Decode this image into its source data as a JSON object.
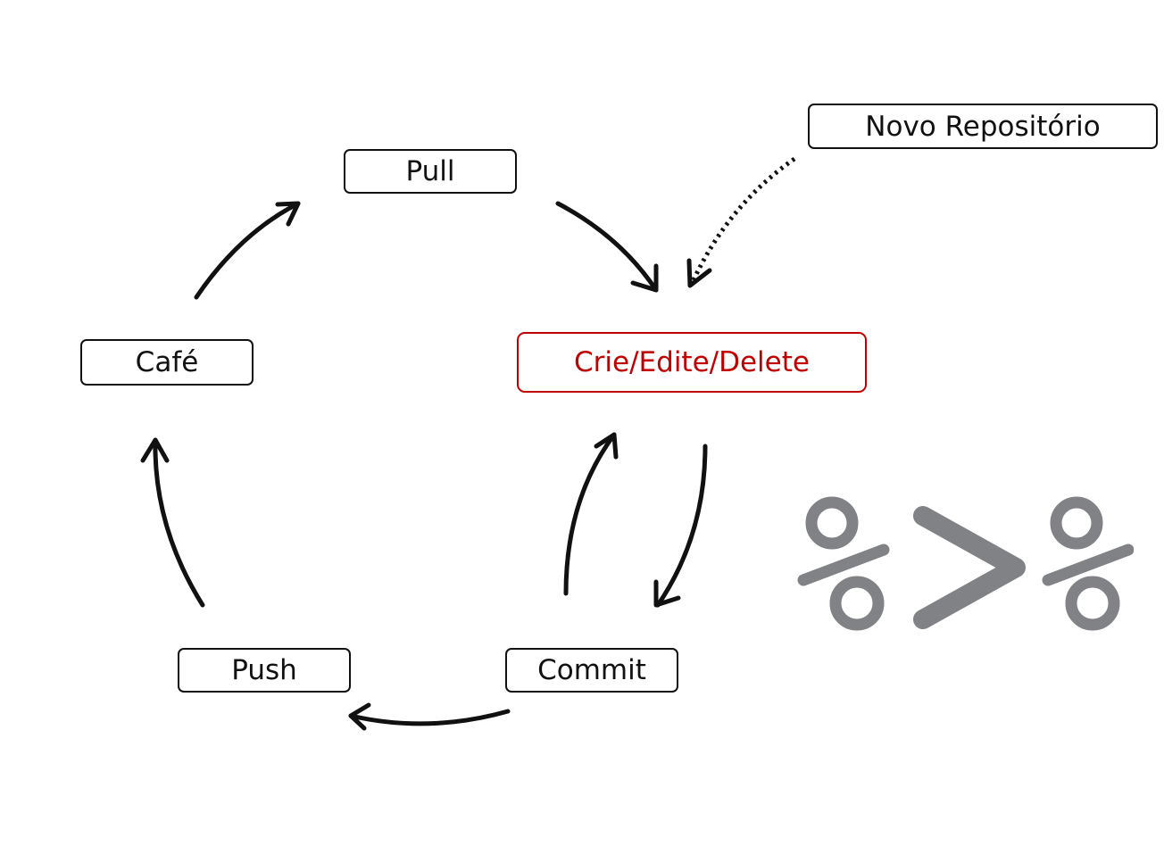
{
  "diagram": {
    "nodes": {
      "pull": "Pull",
      "novo_repositorio": "Novo Repositório",
      "cafe": "Café",
      "crie_edite_delete": "Crie/Edite/Delete",
      "push": "Push",
      "commit": "Commit"
    },
    "edges": [
      {
        "from": "Pull",
        "to": "Crie/Edite/Delete",
        "style": "solid"
      },
      {
        "from": "Novo Repositório",
        "to": "Crie/Edite/Delete",
        "style": "dotted"
      },
      {
        "from": "Crie/Edite/Delete",
        "to": "Commit",
        "style": "solid"
      },
      {
        "from": "Commit",
        "to": "Crie/Edite/Delete",
        "style": "solid"
      },
      {
        "from": "Commit",
        "to": "Push",
        "style": "solid"
      },
      {
        "from": "Push",
        "to": "Café",
        "style": "solid"
      },
      {
        "from": "Café",
        "to": "Pull",
        "style": "solid"
      }
    ],
    "logo": {
      "name": "percent-greater-than-percent-icon",
      "color": "#808285"
    }
  },
  "colors": {
    "stroke": "#111111",
    "highlight": "#c00000",
    "logo_gray": "#808285"
  }
}
